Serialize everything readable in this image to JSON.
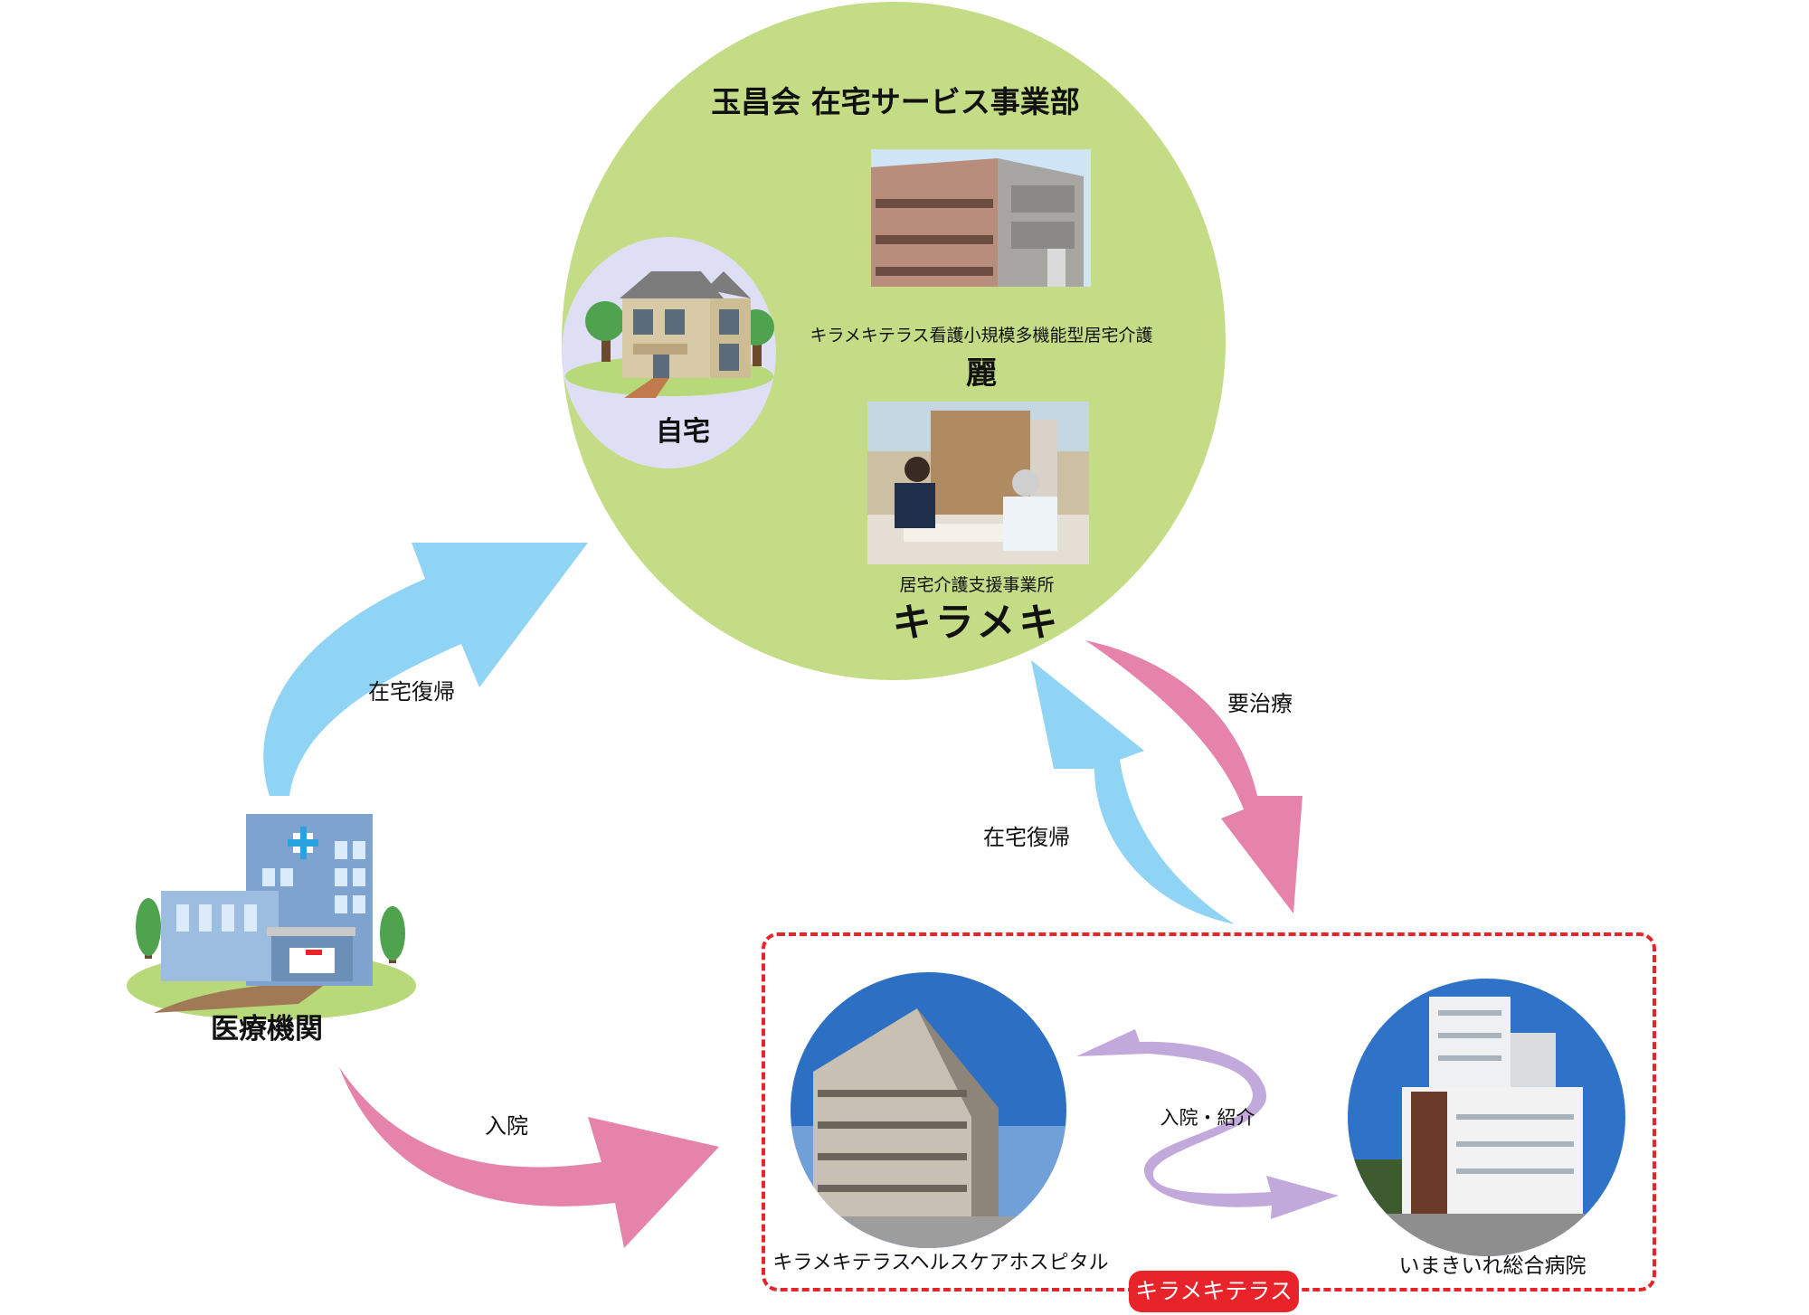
{
  "colors": {
    "service_circle": "#c3dc85",
    "home_circle": "#dedff4",
    "arrow_blue": "#8fd4f4",
    "arrow_pink": "#e583ab",
    "arrow_purple": "#c2a9dc",
    "dashed_border": "#e8232a",
    "badge_bg": "#e8232a"
  },
  "service_dept": {
    "title": "玉昌会 在宅サービス事業部",
    "home_label": "自宅",
    "rei_caption": "キラメキテラス看護小規模多機能型居宅介護",
    "rei_name": "麗",
    "kirameki_caption": "居宅介護支援事業所",
    "kirameki_name": "キラメキ"
  },
  "medical": {
    "label": "医療機関"
  },
  "kirameki_terrace": {
    "badge": "キラメキテラス",
    "hospital_left": "キラメキテラスヘルスケアホスピタル",
    "hospital_right": "いまきいれ総合病院",
    "referral_label": "入院・紹介"
  },
  "arrows": {
    "medical_to_home": "在宅復帰",
    "medical_to_hospital": "入院",
    "service_to_hospital": "要治療",
    "hospital_to_service": "在宅復帰"
  },
  "icons": {
    "house": "house-icon",
    "hospital": "hospital-building-icon"
  }
}
